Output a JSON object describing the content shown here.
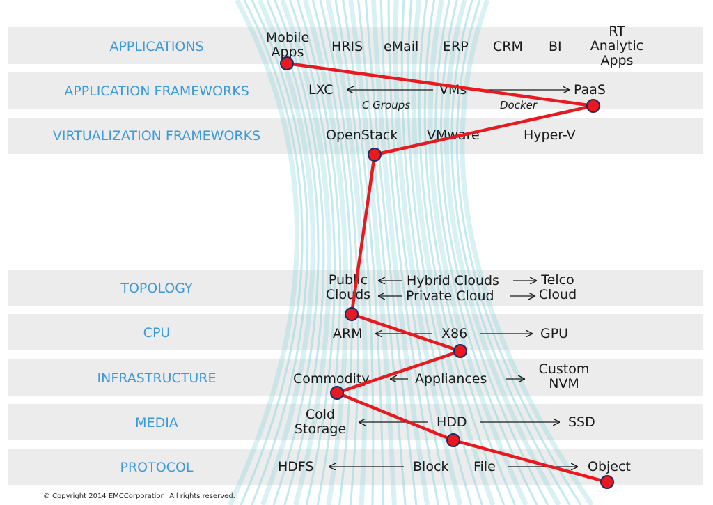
{
  "layers": [
    {
      "label": "APPLICATIONS"
    },
    {
      "label": "APPLICATION FRAMEWORKS"
    },
    {
      "label": "VIRTUALIZATION FRAMEWORKS"
    },
    {
      "label": "TOPOLOGY"
    },
    {
      "label": "CPU"
    },
    {
      "label": "INFRASTRUCTURE"
    },
    {
      "label": "MEDIA"
    },
    {
      "label": "PROTOCOL"
    }
  ],
  "applications": {
    "mobile_1": "Mobile",
    "mobile_2": "Apps",
    "hris": "HRIS",
    "email": "eMail",
    "erp": "ERP",
    "crm": "CRM",
    "bi": "BI",
    "rt_1": "RT",
    "rt_2": "Analytic",
    "rt_3": "Apps"
  },
  "app_frameworks": {
    "lxc": "LXC",
    "vms": "VMs",
    "paas": "PaaS",
    "cgroups": "C Groups",
    "docker": "Docker"
  },
  "virtualization": {
    "openstack": "OpenStack",
    "vmware": "VMware",
    "hyperv": "Hyper-V"
  },
  "topology": {
    "public_1": "Public",
    "public_2": "Clouds",
    "hybrid": "Hybrid Clouds",
    "private": "Private Cloud",
    "telco_1": "Telco",
    "telco_2": "Cloud"
  },
  "cpu": {
    "arm": "ARM",
    "x86": "X86",
    "gpu": "GPU"
  },
  "infrastructure": {
    "commodity": "Commodity",
    "appliances": "Appliances",
    "custom_1": "Custom",
    "custom_2": "NVM"
  },
  "media": {
    "cold_1": "Cold",
    "cold_2": "Storage",
    "hdd": "HDD",
    "ssd": "SSD"
  },
  "protocol": {
    "hdfs": "HDFS",
    "block": "Block",
    "file": "File",
    "object": "Object"
  },
  "selected_path": [
    "Mobile Apps",
    "PaaS",
    "OpenStack",
    "Public Clouds",
    "X86",
    "Commodity",
    "HDD",
    "Object"
  ],
  "colors": {
    "label": "#3d9ad8",
    "band": "#ececec",
    "path": "#e8191f",
    "marker": "#e8191f",
    "beam": "#8fd8e2"
  },
  "copyright": "© Copyright 2014 EMCCorporation. All rights reserved."
}
